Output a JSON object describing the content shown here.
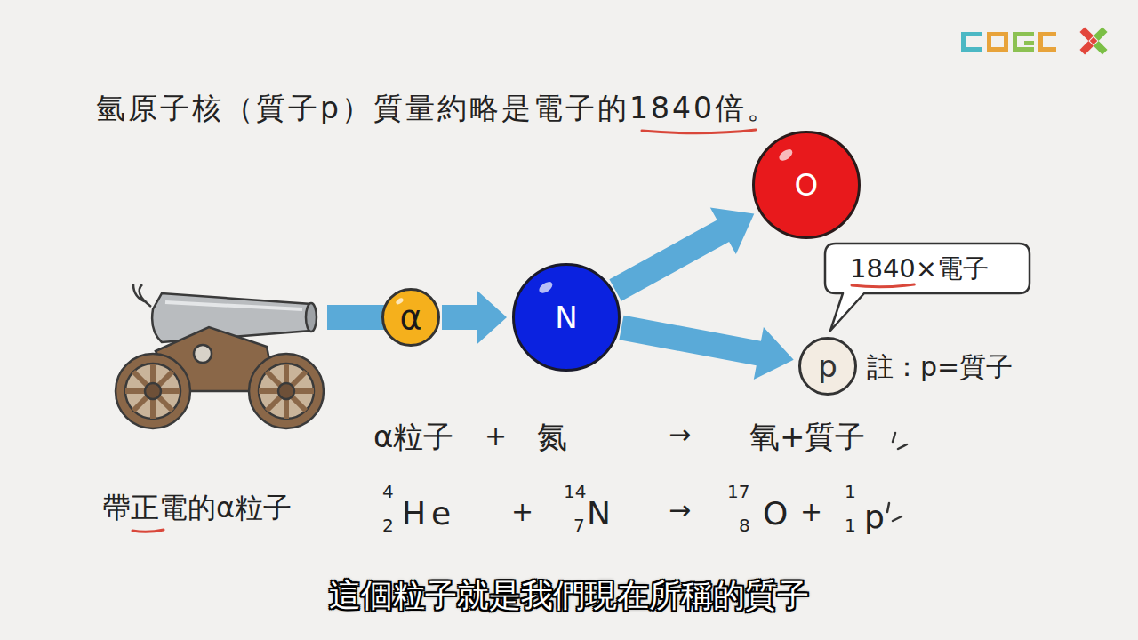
{
  "diagram": {
    "title": "氫原子核（質子p）質量約略是電子的1840倍。",
    "caption": "這個粒子就是我們現在所稱的質子",
    "nodes": [
      {
        "text": [
          "α"
        ]
      },
      {
        "text": [
          "N"
        ]
      },
      {
        "text": [
          "O"
        ]
      },
      {
        "text": [
          "1840×電子"
        ]
      },
      {
        "text": [
          "p"
        ]
      }
    ],
    "edges": [
      {
        "from": 0,
        "to": 1,
        "arrow": "to"
      },
      {
        "from": 1,
        "to": 2,
        "arrow": "to"
      },
      {
        "from": 1,
        "to": 4,
        "arrow": "to"
      }
    ],
    "labels": [
      "註：p=質子",
      "α粒子",
      "+",
      "氮",
      "→",
      "氧+質子",
      "帶正電的α粒子",
      "4",
      "2",
      "He",
      "+",
      "14",
      "7",
      "N",
      "→",
      "17",
      "8",
      "O",
      "+",
      "1",
      "1",
      "p"
    ]
  }
}
